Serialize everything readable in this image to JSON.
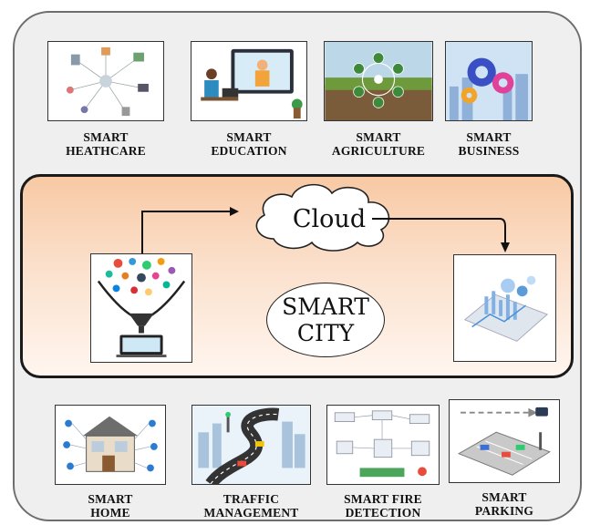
{
  "top_modules": [
    {
      "line1": "SMART",
      "line2": "HEATHCARE"
    },
    {
      "line1": "SMART",
      "line2": "EDUCATION"
    },
    {
      "line1": "SMART",
      "line2": "AGRICULTURE"
    },
    {
      "line1": "SMART",
      "line2": "BUSINESS"
    }
  ],
  "center": {
    "cloud_label": "Cloud",
    "city_line1": "SMART",
    "city_line2": "CITY"
  },
  "bottom_modules": [
    {
      "line1": "SMART",
      "line2": "HOME"
    },
    {
      "line1": "TRAFFIC",
      "line2": "MANAGEMENT"
    },
    {
      "line1": "SMART FIRE",
      "line2": "DETECTION"
    },
    {
      "line1": "SMART",
      "line2": "PARKING"
    }
  ],
  "colors": {
    "frame": "#6e6e6e",
    "panel_top": "#f8c9a4",
    "panel_bottom": "#fff6ef",
    "arrow": "#111111"
  },
  "icons": [
    "healthcare-network-icon",
    "education-laptop-icon",
    "agriculture-field-icon",
    "business-gears-icon",
    "data-funnel-laptop-icon",
    "analytics-tablet-icon",
    "smart-home-icon",
    "traffic-road-icon",
    "fire-detection-diagram-icon",
    "parking-lot-icon"
  ]
}
